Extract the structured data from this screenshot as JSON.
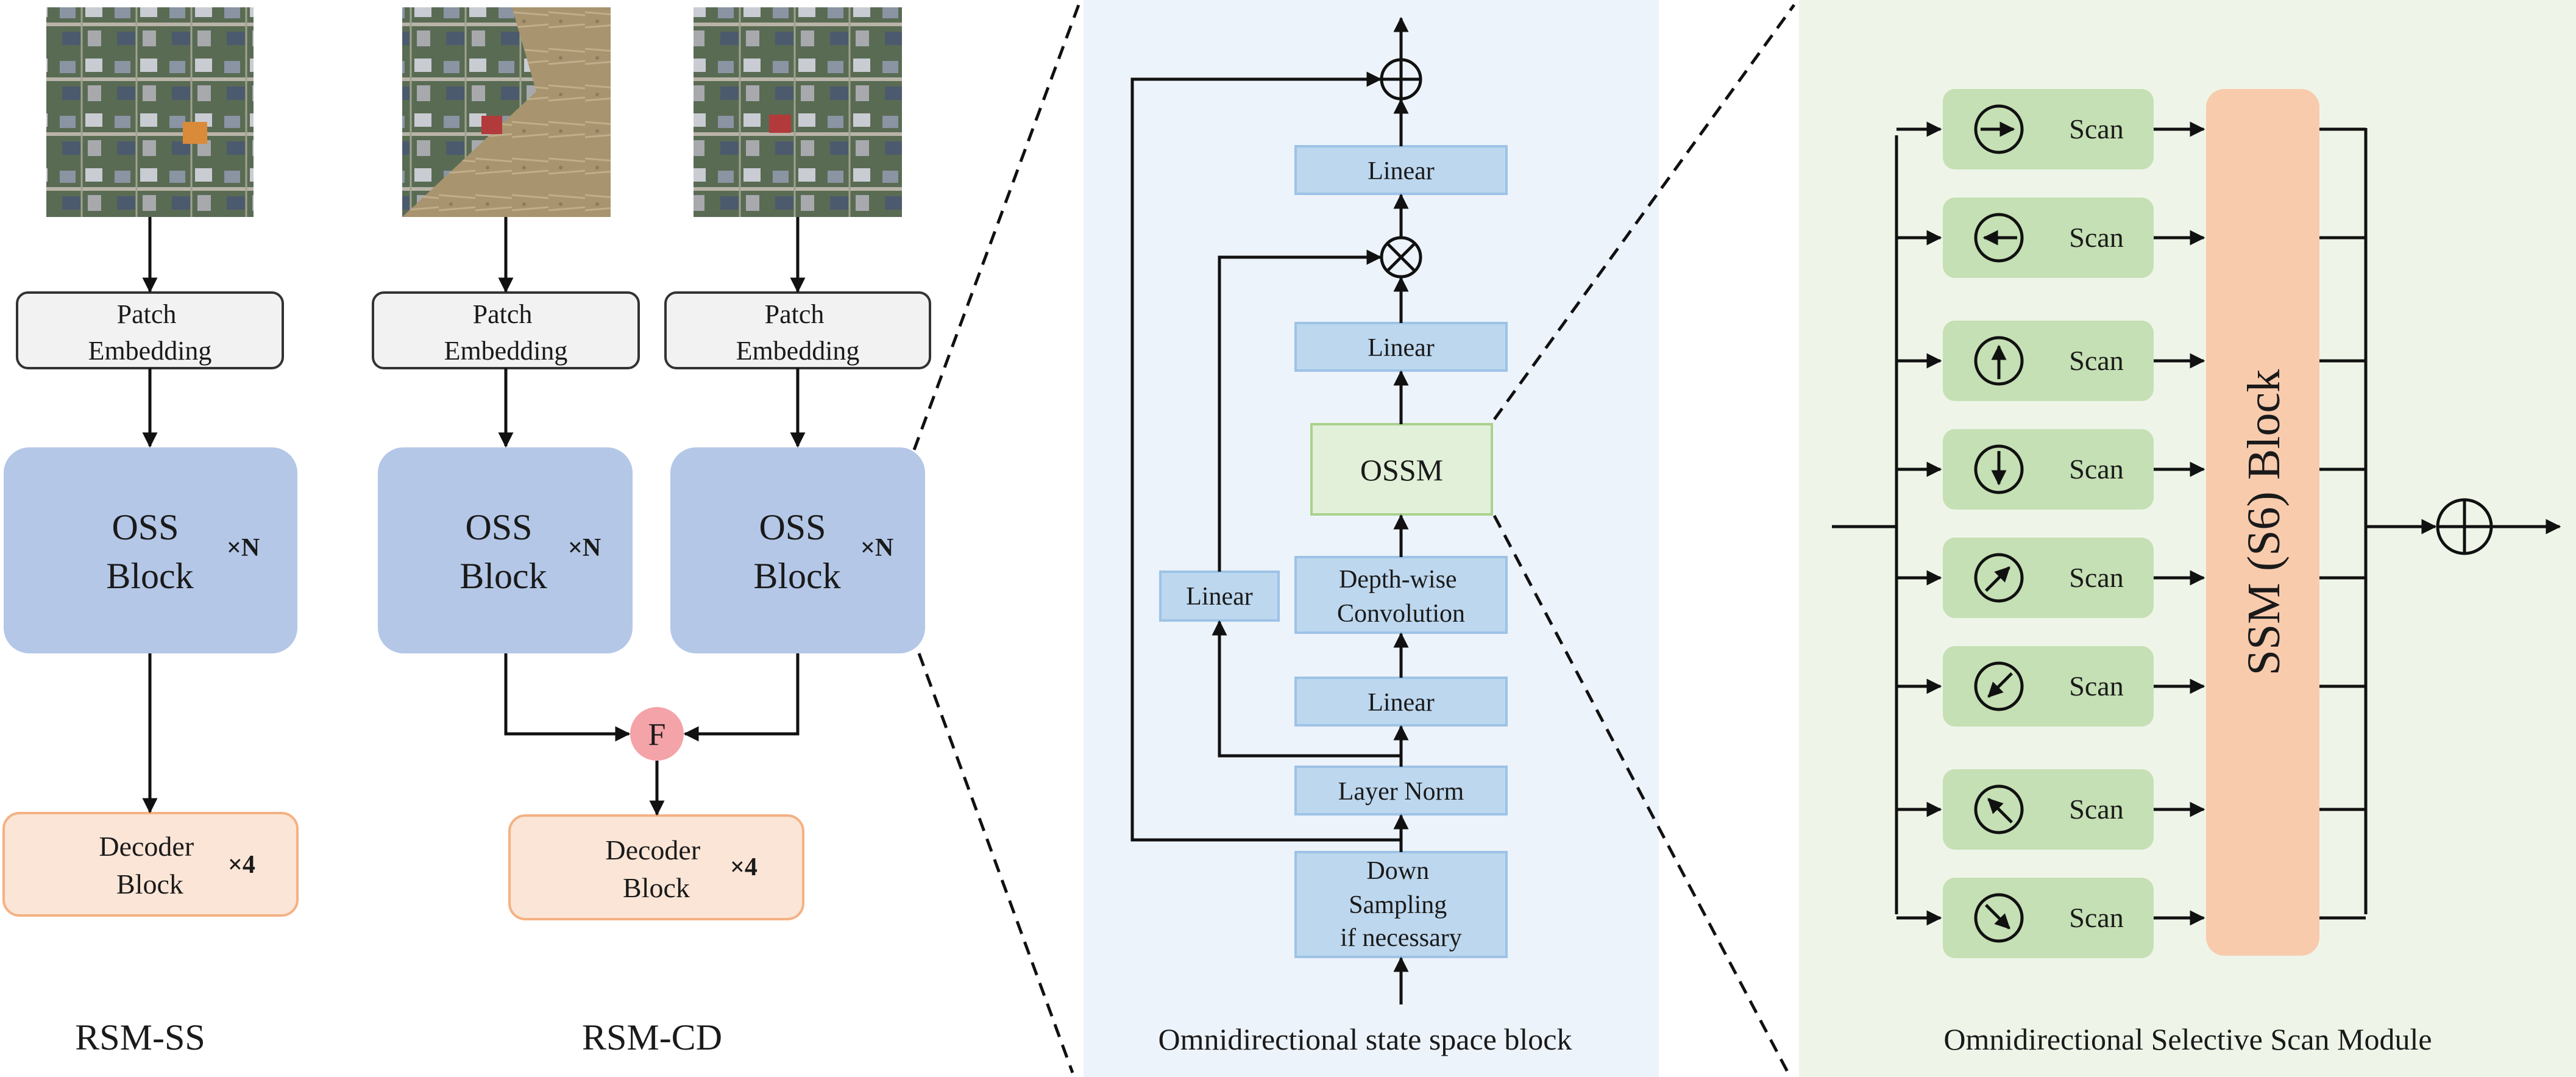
{
  "colors": {
    "oss_block": "#b4c7e7",
    "decoder_block": "#fbe5d6",
    "decoder_border": "#f4b183",
    "patch_embed": "#f2f2f2",
    "fusion": "#f4a3a8",
    "ossb_panel": "#edf3fa",
    "linear_block": "#bdd7ee",
    "linear_border": "#9dc3e6",
    "ossm_block": "#e2f0d9",
    "ossm_border": "#a9d18e",
    "osm_panel": "#eef5e8",
    "scan_block": "#c5e0b4",
    "ssm_block": "#f8cbad"
  },
  "rsm_ss": {
    "patch_embedding": [
      "Patch",
      "Embedding"
    ],
    "oss_block": [
      "OSS",
      "Block"
    ],
    "oss_repeat": "×N",
    "decoder_block": [
      "Decoder",
      "Block"
    ],
    "decoder_repeat": "×4",
    "caption": "RSM-SS"
  },
  "rsm_cd": {
    "patch_embedding": [
      "Patch",
      "Embedding"
    ],
    "oss_block": [
      "OSS",
      "Block"
    ],
    "oss_repeat": "×N",
    "fusion": "F",
    "decoder_block": [
      "Decoder",
      "Block"
    ],
    "decoder_repeat": "×4",
    "caption": "RSM-CD"
  },
  "oss_block_detail": {
    "caption": "Omnidirectional state space block",
    "linear": "Linear",
    "ossm": "OSSM",
    "depthwise": [
      "Depth-wise",
      "Convolution"
    ],
    "layer_norm": "Layer Norm",
    "down_sampling": [
      "Down",
      "Sampling",
      "if necessary"
    ]
  },
  "osm_detail": {
    "caption": "Omnidirectional Selective Scan Module",
    "scan_label": "Scan",
    "scan_directions": [
      "right",
      "left",
      "up",
      "down",
      "up-right",
      "down-left",
      "up-left",
      "down-right"
    ],
    "ssm_block": "SSM (S6) Block"
  }
}
